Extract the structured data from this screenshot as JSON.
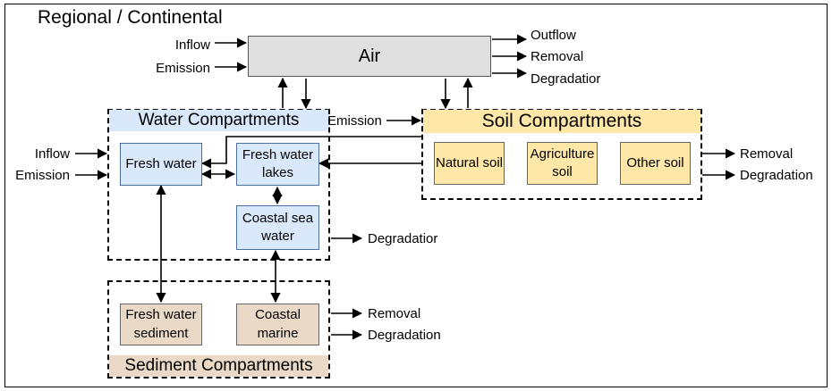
{
  "title": "Regional / Continental",
  "air": {
    "label": "Air",
    "inputs": [
      "Inflow",
      "Emission"
    ],
    "outputs": [
      "Outflow",
      "Removal",
      "Degradatior"
    ]
  },
  "water": {
    "title": "Water Compartments",
    "fresh_water": "Fresh water",
    "fresh_water_lakes": "Fresh water lakes",
    "coastal_sea_water": "Coastal sea water",
    "inputs": [
      "Inflow",
      "Emission"
    ],
    "output": "Degradatior"
  },
  "soil": {
    "title": "Soil Compartments",
    "emission": "Emission",
    "natural_soil": "Natural soil",
    "agriculture_soil": "Agriculture soil",
    "other_soil": "Other soil",
    "outputs": [
      "Removal",
      "Degradation"
    ]
  },
  "sediment": {
    "title": "Sediment Compartments",
    "fresh_water_sediment": "Fresh water sediment",
    "coastal_marine": "Coastal marine",
    "outputs": [
      "Removal",
      "Degradation"
    ]
  }
}
